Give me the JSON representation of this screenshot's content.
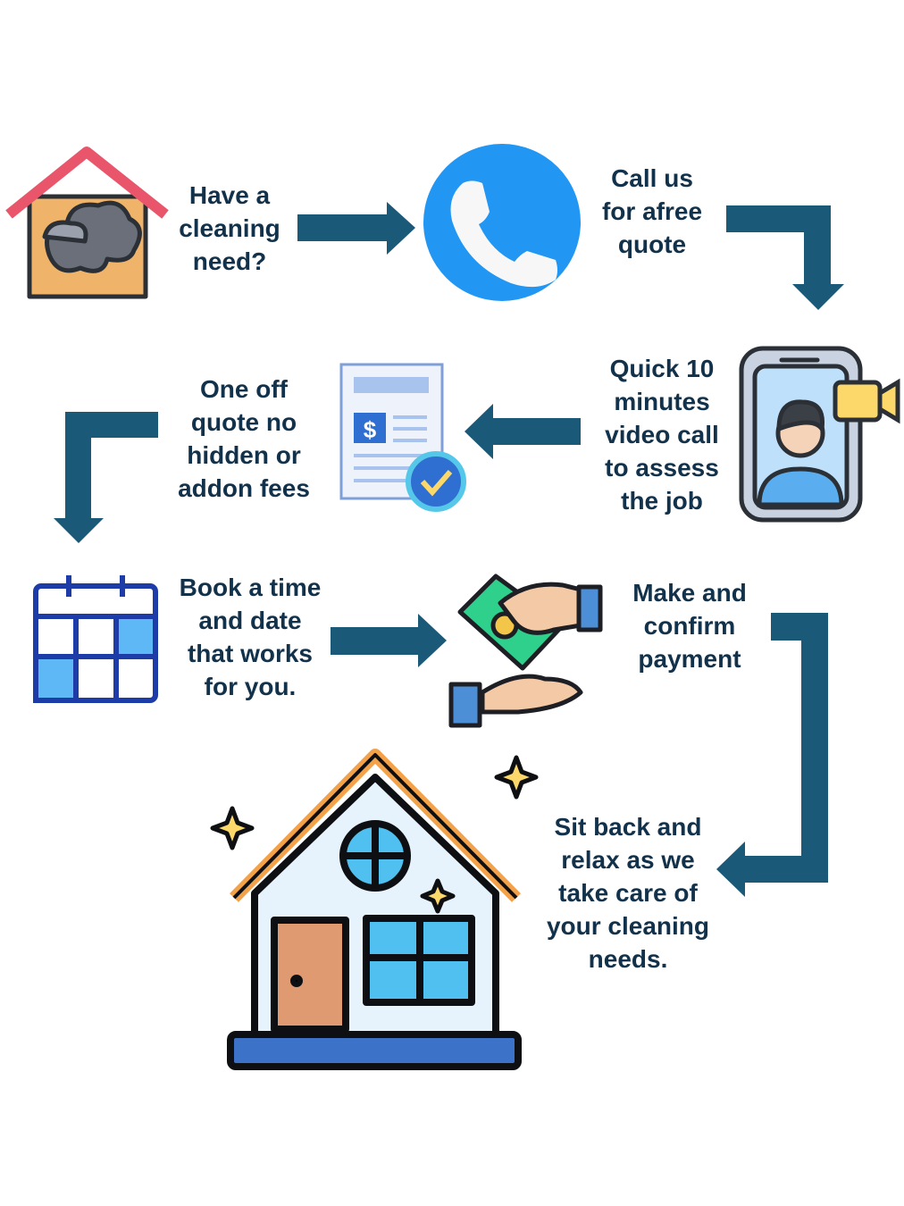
{
  "colors": {
    "arrow": "#1a5a78",
    "text": "#12314a",
    "phone": "#2196f3"
  },
  "steps": [
    {
      "icon": "dirty-house-icon",
      "lines": [
        "Have a",
        "cleaning",
        "need?"
      ]
    },
    {
      "icon": "phone-icon",
      "lines": [
        "Call us",
        "for afree",
        "quote"
      ]
    },
    {
      "icon": "video-call-icon",
      "lines": [
        "Quick 10",
        "minutes",
        "video call",
        "to assess",
        "the job"
      ]
    },
    {
      "icon": "quote-document-icon",
      "lines": [
        "One off",
        "quote no",
        "hidden or",
        "addon fees"
      ]
    },
    {
      "icon": "calendar-icon",
      "lines": [
        "Book a time",
        "and date",
        "that works",
        "for you."
      ]
    },
    {
      "icon": "payment-icon",
      "lines": [
        "Make and",
        "confirm",
        "payment"
      ]
    },
    {
      "icon": "clean-house-icon",
      "lines": [
        "Sit back and",
        "relax as we",
        "take care of",
        "your cleaning",
        "needs."
      ]
    }
  ]
}
